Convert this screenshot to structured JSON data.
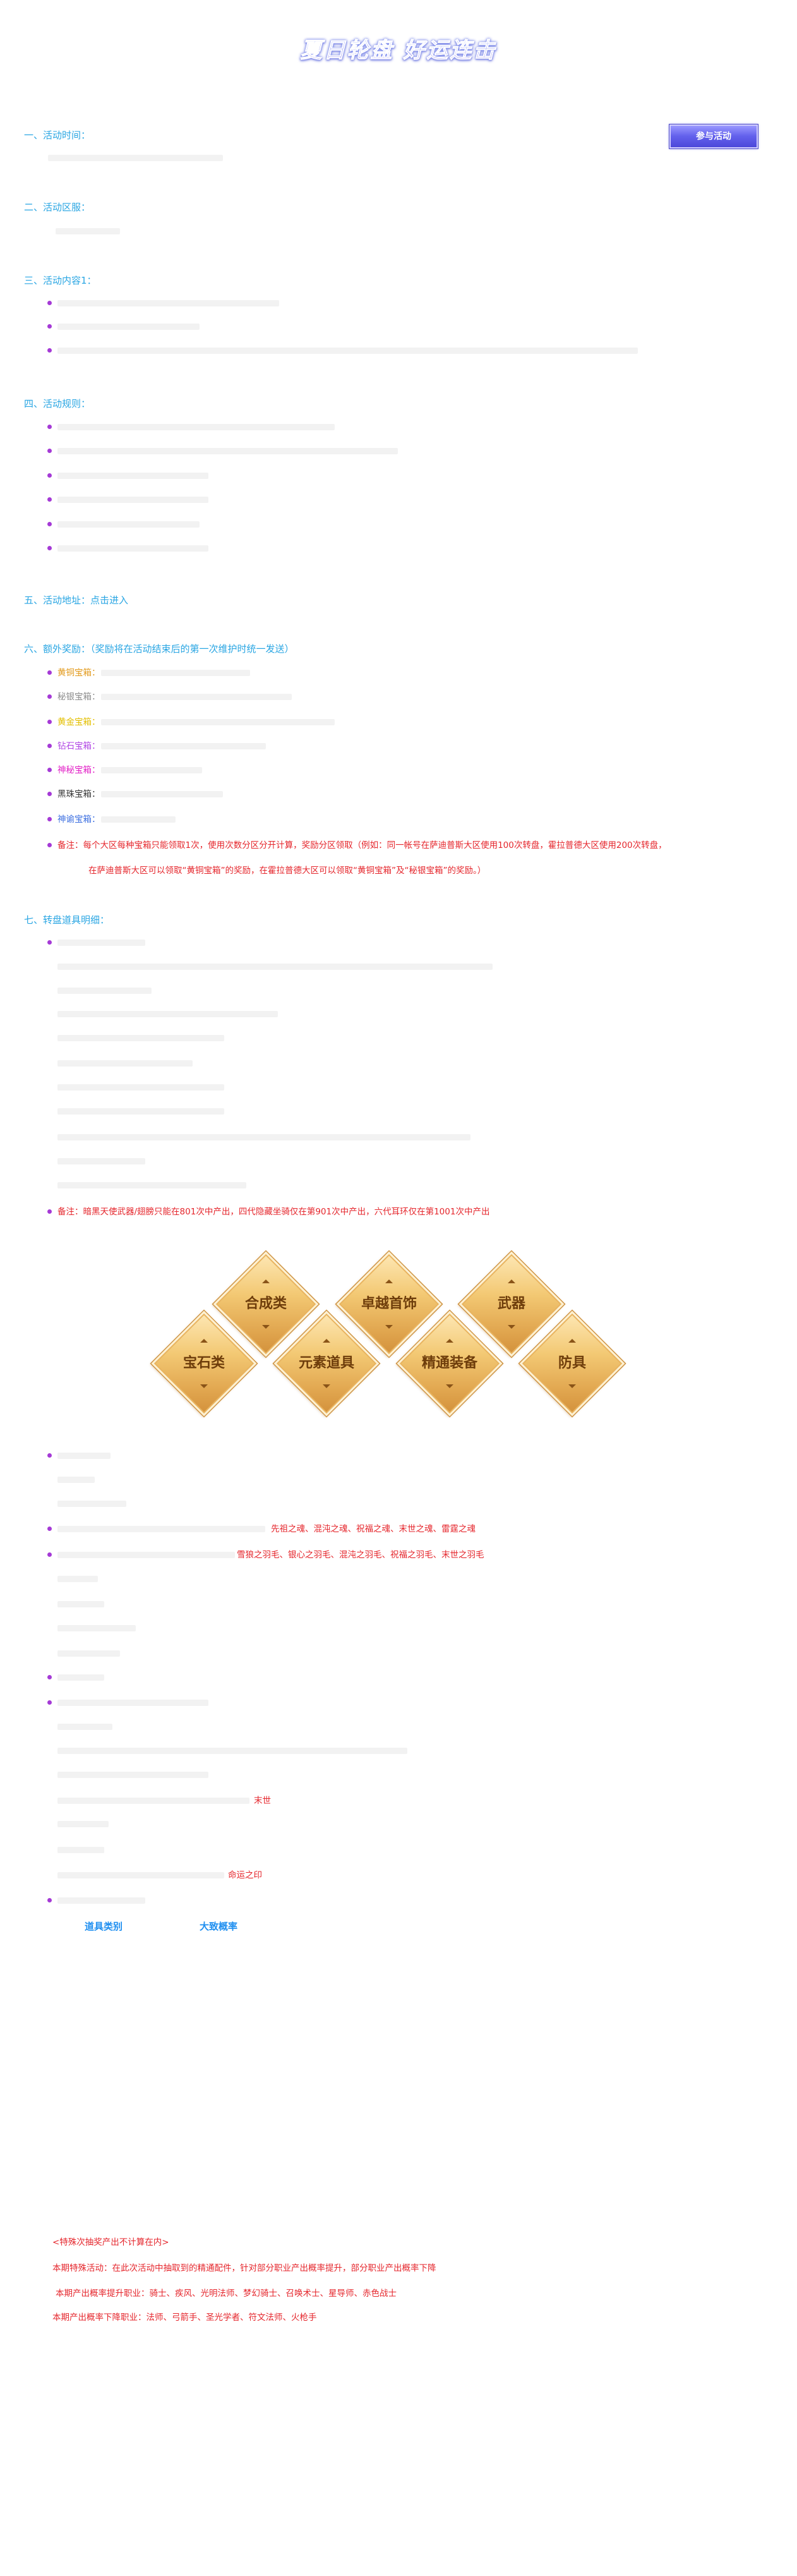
{
  "page_title": "夏日轮盘 好运连击",
  "join_button": "参与活动",
  "sec1": {
    "heading": "一、活动时间："
  },
  "sec2": {
    "heading": "二、活动区服："
  },
  "sec3": {
    "heading": "三、活动内容1："
  },
  "sec4": {
    "heading": "四、活动规则："
  },
  "sec5": {
    "heading": "五、活动地址：",
    "link": "点击进入"
  },
  "sec6": {
    "heading": "六、额外奖励：（奖励将在活动结束后的第一次维护时统一发送）",
    "chests": [
      {
        "label": "黄铜宝箱：",
        "color": "#e29a1c"
      },
      {
        "label": "秘银宝箱：",
        "color": "#8c8c8c"
      },
      {
        "label": "黄金宝箱：",
        "color": "#e3bf00"
      },
      {
        "label": "钻石宝箱：",
        "color": "#b046e4"
      },
      {
        "label": "神秘宝箱：",
        "color": "#e21fc6"
      },
      {
        "label": "黑珠宝箱：",
        "color": "#333333"
      },
      {
        "label": "神谕宝箱：",
        "color": "#3b6ee0"
      }
    ],
    "note_line1": "备注：每个大区每种宝箱只能领取1次，使用次数分区分开计算，奖励分区领取（例如：同一帐号在萨迪普斯大区使用100次转盘，霍拉普德大区使用200次转盘，",
    "note_line2": "在萨迪普斯大区可以领取“黄铜宝箱”的奖励，在霍拉普德大区可以领取“黄铜宝箱”及“秘银宝箱”的奖励。）"
  },
  "sec7": {
    "heading": "七、转盘道具明细：",
    "note": "备注：暗黑天使武器/翅膀只能在801次中产出，四代隐藏坐骑仅在第901次中产出，六代耳环仅在第1001次中产出",
    "categories": {
      "top": [
        "合成类",
        "卓越首饰",
        "武器"
      ],
      "bottom": [
        "宝石类",
        "元素道具",
        "精通装备",
        "防具"
      ]
    },
    "highlight_souls": "先祖之魂、混沌之魂、祝福之魂、末世之魂、雷霆之魂",
    "highlight_feathers": "雪狼之羽毛、银心之羽毛、混沌之羽毛、祝福之羽毛、末世之羽毛",
    "highlight_apocalypse": "末世",
    "highlight_seal": "命运之印",
    "table_headers": [
      "道具类别",
      "大致概率"
    ]
  },
  "footer": [
    "<特殊次抽奖产出不计算在内>",
    "本期特殊活动：在此次活动中抽取到的精通配件，针对部分职业产出概率提升，部分职业产出概率下降",
    "本期产出概率提升职业：骑士、疾风、光明法师、梦幻骑士、召唤术士、星导师、赤色战士",
    "本期产出概率下降职业：法师、弓箭手、圣光学者、符文法师、火枪手"
  ],
  "colors": {
    "heading": "#2aa6e3",
    "bullet": "#a53ad6",
    "note_red": "#e5262c",
    "table_header": "#1f8ff0",
    "button": "#5a55e6",
    "diamond": "#e8b45e"
  }
}
